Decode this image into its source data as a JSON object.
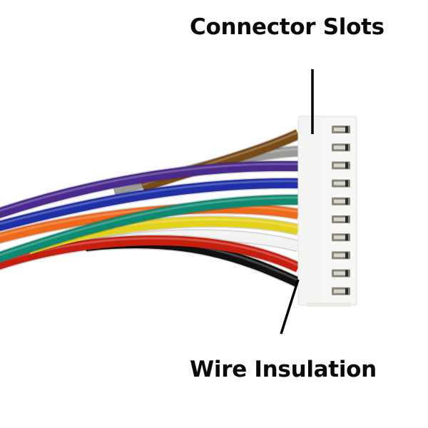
{
  "labels": {
    "connector_slots": "Connector Slots",
    "wire_insulation": "Wire Insulation"
  },
  "connector": {
    "slot_count": 10,
    "body_color": "#f4f4f2"
  },
  "wires": [
    {
      "name": "brown",
      "color": "#7a4a17"
    },
    {
      "name": "gray",
      "color": "#9a9a98"
    },
    {
      "name": "purple",
      "color": "#4a2a8c"
    },
    {
      "name": "blue",
      "color": "#1f2fa6"
    },
    {
      "name": "green",
      "color": "#0f8a72"
    },
    {
      "name": "orange",
      "color": "#ee6a1a"
    },
    {
      "name": "yellow",
      "color": "#e4d21a"
    },
    {
      "name": "white",
      "color": "#f2f2f0"
    },
    {
      "name": "red",
      "color": "#c81e10"
    },
    {
      "name": "black",
      "color": "#111111"
    }
  ]
}
